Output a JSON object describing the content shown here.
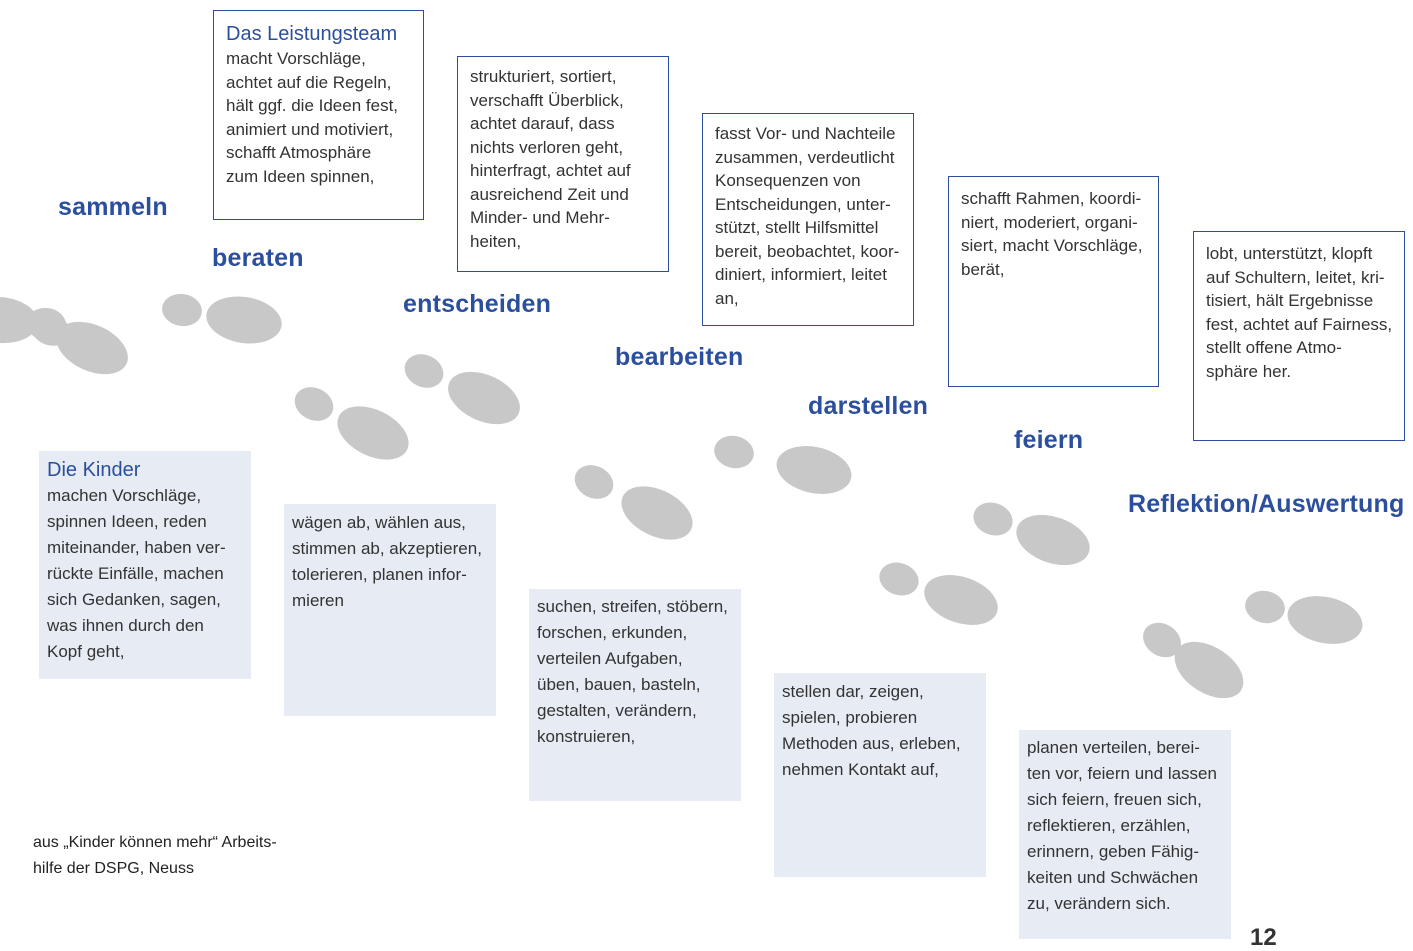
{
  "stages": [
    "sammeln",
    "beraten",
    "entscheiden",
    "bearbeiten",
    "darstellen",
    "feiern",
    "Reflektion/Auswertung"
  ],
  "team": {
    "heading": "Das Leistungsteam",
    "boxes": [
      "macht Vorschläge,\nachtet auf die Regeln,\nhält ggf. die Ideen fest,\nanimiert und motiviert,\nschafft Atmosphäre\nzum Ideen spinnen,",
      "strukturiert, sortiert,\nverschafft Überblick,\nachtet darauf, dass\nnichts verloren geht,\nhinterfragt, achtet auf\nausreichend Zeit und\nMinder- und Mehr-\nheiten,",
      "fasst Vor- und Nachteile\nzusammen, verdeutlicht\nKonsequenzen von\nEntscheidungen, unter-\nstützt, stellt Hilfsmittel\nbereit, beobachtet, koor-\ndiniert, informiert, leitet\nan,",
      "schafft Rahmen, koordi-\nniert, moderiert, organi-\nsiert, macht Vorschläge,\nberät,",
      "lobt, unterstützt, klopft\nauf Schultern, leitet, kri-\ntisiert, hält Ergebnisse\nfest, achtet auf Fairness,\nstellt offene Atmo-\nsphäre her."
    ]
  },
  "kids": {
    "heading": "Die Kinder",
    "boxes": [
      "machen Vorschläge,\nspinnen Ideen, reden\nmiteinander, haben ver-\nrückte Einfälle, machen\nsich Gedanken, sagen,\nwas ihnen durch den\nKopf geht,",
      "wägen ab, wählen aus,\nstimmen ab, akzeptieren,\ntolerieren, planen infor-\nmieren",
      "suchen, streifen, stöbern,\nforschen, erkunden,\nverteilen Aufgaben,\nüben, bauen, basteln,\ngestalten, verändern,\nkonstruieren,",
      "stellen dar, zeigen,\nspielen, probieren\nMethoden aus, erleben,\nnehmen Kontakt auf,",
      "planen verteilen, berei-\nten vor, feiern und lassen\nsich feiern, freuen sich,\nreflektieren, erzählen,\nerinnern, geben Fähig-\nkeiten und Schwächen\nzu, verändern sich."
    ]
  },
  "source": "aus „Kinder können mehr“ Arbeits-\nhilfe der DSPG, Neuss",
  "page_number": "12",
  "colors": {
    "accent": "#2b4f9c",
    "kids_box_bg": "#e6ebf4",
    "footprint": "#c8c8c8"
  }
}
